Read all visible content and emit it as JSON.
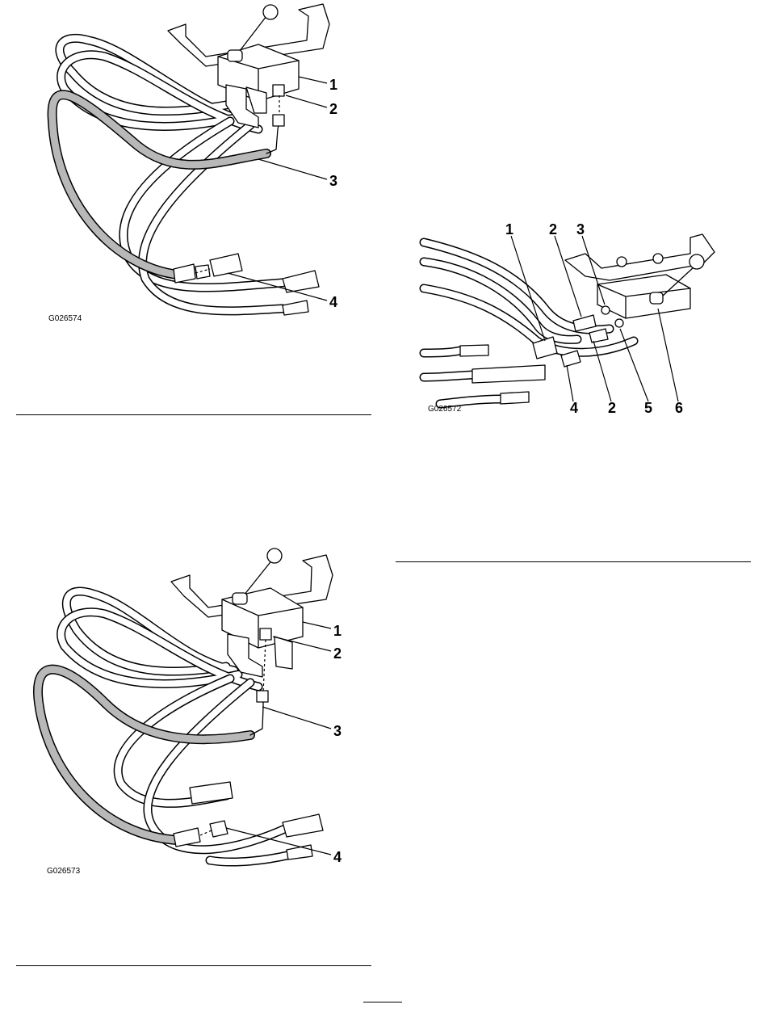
{
  "figures": [
    {
      "id": "G026574",
      "callouts": [
        "1",
        "2",
        "3",
        "4"
      ]
    },
    {
      "id": "G026572",
      "callouts": [
        "1",
        "2",
        "3",
        "4",
        "2",
        "5",
        "6"
      ]
    },
    {
      "id": "G026573",
      "callouts": [
        "1",
        "2",
        "3",
        "4"
      ]
    }
  ],
  "colors": {
    "ink": "#000000",
    "highlighted_hose": "#b8b8b8",
    "paper": "#ffffff"
  },
  "icons": [
    "control-valve-icon",
    "hydraulic-hose-icon",
    "quick-coupler-icon"
  ]
}
